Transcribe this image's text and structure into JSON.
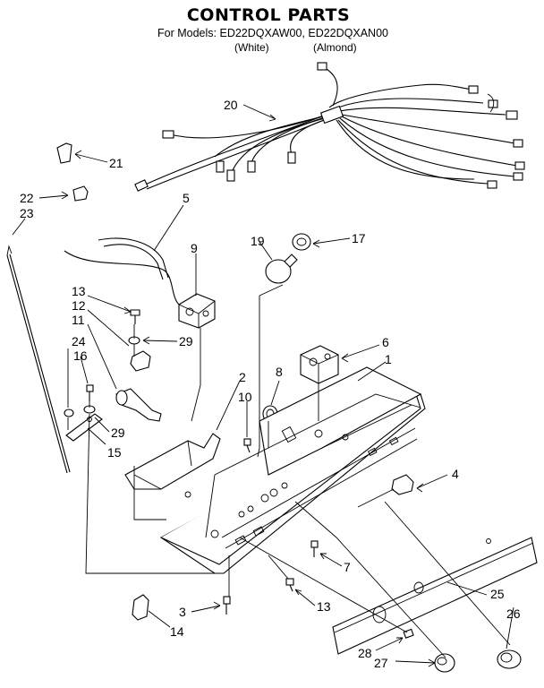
{
  "title": "CONTROL PARTS",
  "models_line": "For Models: ED22DQXAW00, ED22DQXAN00",
  "variants": [
    "(White)",
    "(Almond)"
  ],
  "callouts": [
    "20",
    "21",
    "5",
    "22",
    "23",
    "19",
    "17",
    "9",
    "13",
    "12",
    "11",
    "29",
    "24",
    "16",
    "6",
    "1",
    "8",
    "2",
    "10",
    "29",
    "15",
    "4",
    "7",
    "25",
    "26",
    "13",
    "3",
    "14",
    "28",
    "27"
  ]
}
